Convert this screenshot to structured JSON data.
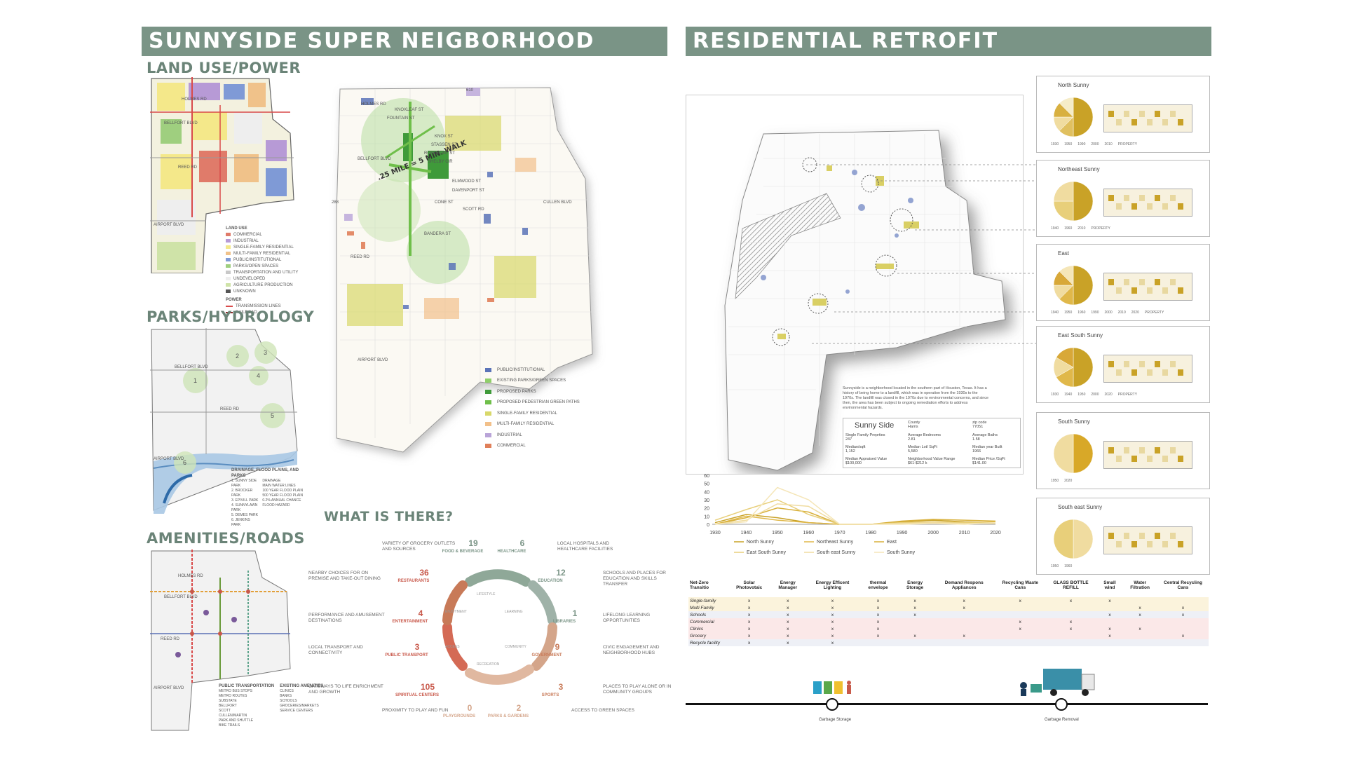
{
  "left": {
    "banner": "SUNNYSIDE SUPER NEIGBORHOOD",
    "land_use": {
      "title": "LAND USE/POWER",
      "legend_title": "LAND USE",
      "items": [
        {
          "label": "COMMERCIAL",
          "color": "#e07b6a"
        },
        {
          "label": "INDUSTRIAL",
          "color": "#b79ad6"
        },
        {
          "label": "SINGLE-FAMILY RESIDENTIAL",
          "color": "#f4e88a"
        },
        {
          "label": "MULTI-FAMILY RESIDENTIAL",
          "color": "#f0c28a"
        },
        {
          "label": "PUBLIC/INSTITUTIONAL",
          "color": "#7f9ad6"
        },
        {
          "label": "PARKS/OPEN SPACES",
          "color": "#9fcf7f"
        },
        {
          "label": "TRANSPORTATION AND UTILITY",
          "color": "#c8c8c8"
        },
        {
          "label": "UNDEVELOPED",
          "color": "#eeeeee"
        },
        {
          "label": "AGRICULTURE PRODUCTION",
          "color": "#cfe3a8"
        },
        {
          "label": "UNKNOWN",
          "color": "#555555"
        }
      ],
      "power_title": "POWER",
      "power_items": [
        {
          "label": "TRANSMISSION LINES",
          "color": "#d94a4a"
        },
        {
          "label": "RAILROAD",
          "color": "#8a2a2a"
        }
      ],
      "roads": [
        "HOLMES RD",
        "BELLFORT BLVD",
        "REED RD",
        "AIRPORT BLVD"
      ]
    },
    "parks": {
      "title": "PARKS/HYDROLOGY",
      "legend_title": "DRAINAGE, FLOOD PLAINS, AND PARKS",
      "col1": [
        "1. SUNNY SIDE PARK",
        "2. BROCKER PARK",
        "3. EPIVILL PARK",
        "4. SUNNYLAWN PARK",
        "5. DEMES PARK",
        "6. JENKINS PARK"
      ],
      "col2": [
        "DRAINAGE",
        "MAIN WATER LINES",
        "100 YEAR FLOOD PLAIN",
        "500 YEAR FLOOD PLAIN",
        "0.2% ANNUAL CHANCE FLOOD HAZARD"
      ],
      "markers": [
        "1",
        "2",
        "3",
        "4",
        "5",
        "6"
      ],
      "roads": [
        "BELLFORT BLVD",
        "REED RD",
        "AIRPORT BLVD"
      ]
    },
    "amenities": {
      "title": "AMENITIES/ROADS",
      "pt_title": "PUBLIC TRANSPORTATION",
      "pt_items": [
        "METRO BUS STOPS",
        "METRO ROUTES",
        "SUBSTATE",
        "BELLFORT",
        "SCOTT",
        "CULLEN/MARTIN",
        "PARK AND SHUTTLE",
        "BIKE TRAILS"
      ],
      "am_title": "EXISTING AMENITIES",
      "am_items": [
        "CLINICS",
        "BANKS",
        "SCHOOLS",
        "GROCERIES/MARKETS",
        "SERVICE CENTERS"
      ],
      "roads": [
        "HOLMES RD",
        "BELLFORT BLVD",
        "REED RD",
        "AIRPORT BLVD"
      ]
    },
    "main_map": {
      "walk_label": ".25 MILE = 5 MIN. WALK",
      "streets": [
        "HOLMES RD",
        "BELLFORT BLVD",
        "REED RD",
        "AIRPORT BLVD",
        "FOUNTAIN ST",
        "KNOXLEAF ST",
        "KNOX ST",
        "STASSEN ST",
        "ROSEMONT ST",
        "SHELBY CIR",
        "ELMWOOD ST",
        "DAVENPORT ST",
        "CONE ST",
        "SCOTT RD",
        "BANDERA ST",
        "CULLEN BLVD",
        "610",
        "288"
      ],
      "legend": [
        {
          "label": "PUBLIC/INSTITUTIONAL",
          "color": "#5b74b8"
        },
        {
          "label": "EXISTING PARKS/GREEN SPACES",
          "color": "#8fcf6a"
        },
        {
          "label": "PROPOSED PARKS",
          "color": "#3f9a3a"
        },
        {
          "label": "PROPOSED PEDESTRIAN GREEN PATHS",
          "color": "#6fbf4a"
        },
        {
          "label": "SINGLE-FAMILY RESIDENTIAL",
          "color": "#d8d86a"
        },
        {
          "label": "MULTI-FAMILY RESIDENTIAL",
          "color": "#f2c08a"
        },
        {
          "label": "INDUSTRIAL",
          "color": "#b9a4d8"
        },
        {
          "label": "COMMERCIAL",
          "color": "#e0805a"
        }
      ]
    },
    "what": {
      "title": "WHAT IS THERE?",
      "center": [
        "LIFESTYLE",
        "LEARNING",
        "COMMUNITY",
        "RECREATION",
        "ACCESS",
        "ENJOYMENT"
      ],
      "items": [
        {
          "num": "19",
          "cat": "FOOD & BEVERAGE"
        },
        {
          "num": "6",
          "cat": "HEALTHCARE"
        },
        {
          "num": "12",
          "cat": "EDUCATION"
        },
        {
          "num": "1",
          "cat": "LIBRARIES"
        },
        {
          "num": "9",
          "cat": "GOVERNMENT"
        },
        {
          "num": "3",
          "cat": "SPORTS"
        },
        {
          "num": "2",
          "cat": "PARKS & GARDENS"
        },
        {
          "num": "0",
          "cat": "PLAYGROUNDS"
        },
        {
          "num": "105",
          "cat": "SPIRITUAL CENTERS"
        },
        {
          "num": "3",
          "cat": "PUBLIC TRANSPORT"
        },
        {
          "num": "4",
          "cat": "ENTERTAINMENT"
        },
        {
          "num": "36",
          "cat": "RESTAURANTS"
        }
      ],
      "descs": [
        "VARIETY OF GROCERY OUTLETS AND SOURCES",
        "LOCAL HOSPITALS AND HEALTHCARE FACILITIES",
        "SCHOOLS AND PLACES FOR EDUCATION AND SKILLS TRANSFER",
        "LIFELONG LEARNING OPPORTUNITIES",
        "CIVIC ENGAGEMENT AND NEIGHBORHOOD HUBS",
        "PLACES TO PLAY ALONE OR IN COMMUNITY GROUPS",
        "ACCESS TO GREEN SPACES",
        "PROXIMITY TO PLAY AND FUN",
        "GATEWAYS TO LIFE ENRICHMENT AND GROWTH",
        "LOCAL TRANSPORT AND CONNECTIVITY",
        "PERFORMANCE AND AMUSEMENT DESTINATIONS",
        "NEARBY CHOICES FOR ON PREMISE AND TAKE-OUT DINING"
      ]
    }
  },
  "right": {
    "banner": "RESIDENTIAL RETROFIT",
    "description": "Sunnyside is a neighborhood located in the southern part of Houston, Texas. It has a history of being home to a landfill, which was in operation from the 1930s to the 1970s. The landfill was closed in the 1970s due to environmental concerns, and since then, the area has been subject to ongoing remediation efforts to address environmental hazards.",
    "facts": {
      "name": "Sunny Side",
      "county_label": "County",
      "county": "Harris",
      "zip_label": "zip code",
      "zip": "77051",
      "sfp_label": "Single Family Preprties",
      "sfp": "247",
      "bed_label": "Average Bedrooms",
      "bed": "2.81",
      "bath_label": "Average Baths",
      "bath": "1.58",
      "sqft_label": "Median/sqft",
      "sqft": "1,152",
      "lot_label": "Median Lot/ SqFt",
      "lot": "5,580",
      "year_label": "Median year Built",
      "year": "1966",
      "appr_label": "Median Appraised Value",
      "appr": "$100,000",
      "range_label": "Neighborhood Value Range",
      "range": "$61-$212 k",
      "price_label": "Median Price /SqFt",
      "price": "$141.00"
    },
    "neighborhoods": [
      {
        "title": "North Sunny",
        "years": [
          "1930",
          "1950",
          "1990",
          "2000",
          "2010",
          "PROPERTY"
        ]
      },
      {
        "title": "Northeast Sunny",
        "years": [
          "1940",
          "1960",
          "2010",
          "PROPERTY"
        ]
      },
      {
        "title": "East",
        "years": [
          "1940",
          "1950",
          "1960",
          "1990",
          "2000",
          "2010",
          "2020",
          "PROPERTY"
        ]
      },
      {
        "title": "East South Sunny",
        "years": [
          "1930",
          "1940",
          "1950",
          "2000",
          "2020",
          "PROPERTY"
        ]
      },
      {
        "title": "South Sunny",
        "years": [
          "1950",
          "2020"
        ]
      },
      {
        "title": "South east Sunny",
        "years": [
          "1950",
          "1960"
        ]
      }
    ],
    "net_zero": {
      "columns": [
        "Net-Zero Transitio",
        "Solar Photovotaic",
        "Energy Manager",
        "Energy Efficent Lighting",
        "thermal envelope",
        "Energy Storage",
        "Demand Respons Appliances",
        "Recycling Waste Cans",
        "GLASS BOTTLE REFILL",
        "Small wind",
        "Water Filtration",
        "Central Recycling Cans"
      ],
      "rows": [
        {
          "label": "Single-family",
          "cells": [
            "x",
            "x",
            "x",
            "x",
            "x",
            "x",
            "x",
            "x",
            "x",
            "",
            ""
          ]
        },
        {
          "label": "Multi Family",
          "cells": [
            "x",
            "x",
            "x",
            "x",
            "x",
            "x",
            "",
            "",
            "",
            "x",
            "x"
          ]
        },
        {
          "label": "Schools",
          "cells": [
            "x",
            "x",
            "x",
            "x",
            "x",
            "",
            "",
            "",
            "x",
            "x",
            "x"
          ]
        },
        {
          "label": "Commercial",
          "cells": [
            "x",
            "x",
            "x",
            "x",
            "",
            "",
            "x",
            "x",
            "",
            "",
            ""
          ]
        },
        {
          "label": "Clinics",
          "cells": [
            "x",
            "x",
            "x",
            "x",
            "",
            "",
            "x",
            "x",
            "x",
            "x",
            ""
          ]
        },
        {
          "label": "Grocery",
          "cells": [
            "x",
            "x",
            "x",
            "x",
            "x",
            "x",
            "",
            "",
            "x",
            "",
            "x"
          ]
        },
        {
          "label": "Recycle facility",
          "cells": [
            "x",
            "x",
            "x",
            "",
            "",
            "",
            "",
            "",
            "",
            "",
            ""
          ]
        }
      ]
    },
    "timeline": {
      "left_label": "Garbage Storage",
      "right_label": "Garbage Removal"
    }
  },
  "chart_data": {
    "type": "line",
    "x": [
      1930,
      1940,
      1950,
      1960,
      1970,
      1980,
      1990,
      2000,
      2010,
      2020
    ],
    "xticks": [
      "1930",
      "1940",
      "1950",
      "1960",
      "1970",
      "1980",
      "1990",
      "2000",
      "2010",
      "2020"
    ],
    "yticks": [
      "0",
      "10",
      "20",
      "30",
      "40",
      "50",
      "60"
    ],
    "ylim": [
      0,
      60
    ],
    "series": [
      {
        "name": "North Sunny",
        "color": "#c9a227",
        "values": [
          2,
          12,
          8,
          2,
          0,
          0,
          3,
          5,
          3,
          2
        ]
      },
      {
        "name": "Northeast Sunny",
        "color": "#e0b84a",
        "values": [
          0,
          10,
          5,
          2,
          0,
          0,
          2,
          3,
          2,
          3
        ]
      },
      {
        "name": "East",
        "color": "#d8b03a",
        "values": [
          0,
          8,
          20,
          15,
          0,
          0,
          4,
          6,
          5,
          4
        ]
      },
      {
        "name": "East South Sunny",
        "color": "#e8cf7a",
        "values": [
          5,
          18,
          30,
          12,
          0,
          0,
          2,
          3,
          2,
          2
        ]
      },
      {
        "name": "South east Sunny",
        "color": "#f0dca0",
        "values": [
          0,
          5,
          25,
          22,
          0,
          0,
          1,
          2,
          1,
          1
        ]
      },
      {
        "name": "South Sunny",
        "color": "#f5e6b8",
        "values": [
          0,
          3,
          45,
          30,
          0,
          0,
          0,
          1,
          0,
          2
        ]
      }
    ]
  }
}
